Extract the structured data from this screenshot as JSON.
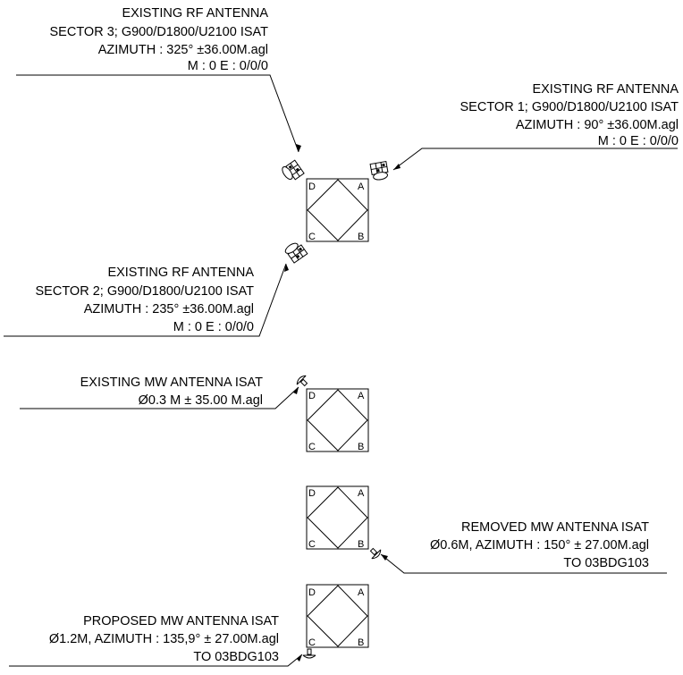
{
  "corner_letters": {
    "a": "A",
    "b": "B",
    "c": "C",
    "d": "D"
  },
  "towers": [
    {
      "id": "tower-1"
    },
    {
      "id": "tower-2"
    },
    {
      "id": "tower-3"
    },
    {
      "id": "tower-4"
    }
  ],
  "labels": {
    "sector3": {
      "line1": "EXISTING RF ANTENNA",
      "line2": "SECTOR 3; G900/D1800/U2100 ISAT",
      "line3": "AZIMUTH : 325° ±36.00M.agl",
      "line4": "M : 0 E : 0/0/0"
    },
    "sector1": {
      "line1": "EXISTING RF ANTENNA",
      "line2": "SECTOR 1; G900/D1800/U2100 ISAT",
      "line3": "AZIMUTH : 90° ±36.00M.agl",
      "line4": "M : 0 E : 0/0/0"
    },
    "sector2": {
      "line1": "EXISTING RF ANTENNA",
      "line2": "SECTOR 2; G900/D1800/U2100 ISAT",
      "line3": "AZIMUTH : 235° ±36.00M.agl",
      "line4": "M : 0 E : 0/0/0"
    },
    "mw_existing": {
      "line1": "EXISTING MW ANTENNA ISAT",
      "line2": "Ø0.3 M ± 35.00 M.agl"
    },
    "mw_removed": {
      "line1": "REMOVED MW ANTENNA ISAT",
      "line2": "Ø0.6M, AZIMUTH : 150° ± 27.00M.agl",
      "line3": "TO 03BDG103"
    },
    "mw_proposed": {
      "line1": "PROPOSED MW ANTENNA ISAT",
      "line2": "Ø1.2M, AZIMUTH : 135,9° ± 27.00M.agl",
      "line3": "TO 03BDG103"
    }
  }
}
